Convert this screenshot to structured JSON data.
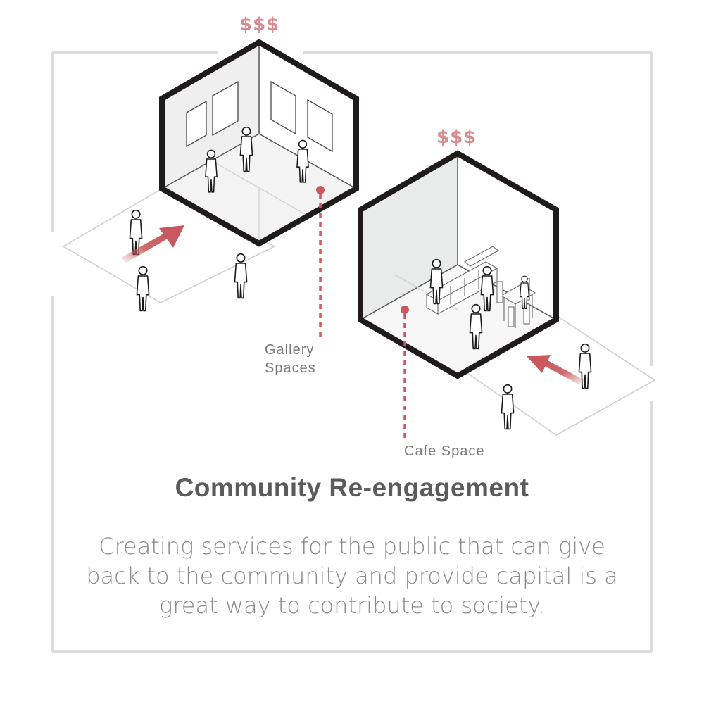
{
  "diagram": {
    "gallery": {
      "price": "$$$",
      "label_line1": "Gallery",
      "label_line2": "Spaces"
    },
    "cafe": {
      "price": "$$$",
      "label": "Cafe Space"
    },
    "colors": {
      "accent": "#c9595e",
      "price": "#d88b8e",
      "title": "#5b5b5b",
      "body": "#8a8a8a"
    },
    "icons": [
      "person-figure-icon",
      "flow-arrow-icon"
    ]
  },
  "title": "Community Re-engagement",
  "description": "Creating services for the public that can give back to the community and provide capital is a great way to contribute to society."
}
